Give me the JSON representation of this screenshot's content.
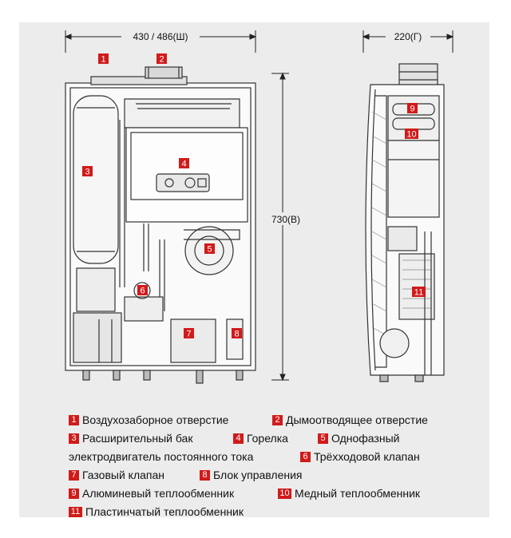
{
  "dimensions": {
    "width_label": "430 / 486(Ш)",
    "depth_label": "220(Г)",
    "height_label": "730(В)"
  },
  "badges": [
    "1",
    "2",
    "3",
    "4",
    "5",
    "6",
    "7",
    "8",
    "9",
    "10",
    "11"
  ],
  "legend": [
    {
      "num": "1",
      "text": "Воздухозаборное отверстие"
    },
    {
      "num": "2",
      "text": "Дымоотводящее отверстие"
    },
    {
      "num": "3",
      "text": "Расширительный бак"
    },
    {
      "num": "4",
      "text": "Горелка"
    },
    {
      "num": "5",
      "text": "Однофазный"
    },
    {
      "num": "",
      "text": "электродвигатель постоянного тока"
    },
    {
      "num": "6",
      "text": "Трёхходовой клапан"
    },
    {
      "num": "7",
      "text": "Газовый клапан"
    },
    {
      "num": "8",
      "text": "Блок управления"
    },
    {
      "num": "9",
      "text": "Алюминевый теплообменник"
    },
    {
      "num": "10",
      "text": "Медный теплообменник"
    },
    {
      "num": "11",
      "text": "Пластинчатый теплообменник"
    }
  ],
  "colors": {
    "badge": "#d11a1a",
    "line": "#333333",
    "background": "#ececec"
  }
}
